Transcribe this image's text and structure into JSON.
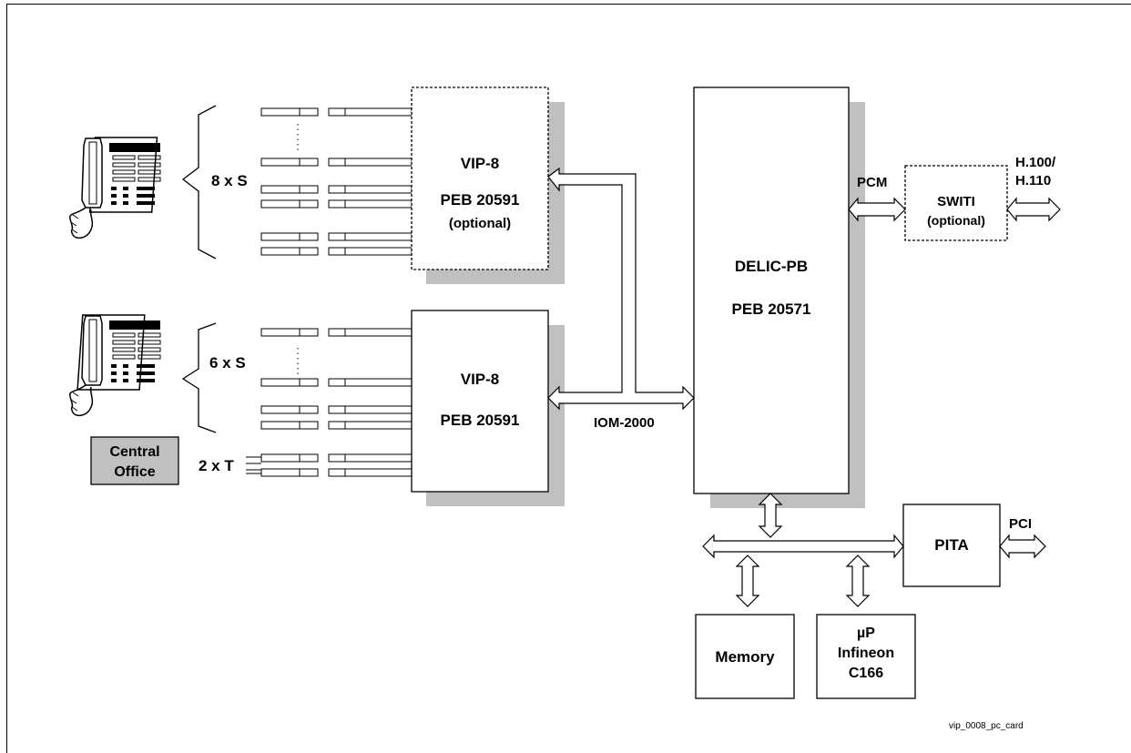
{
  "blocks": {
    "vip_top": {
      "name": "VIP-8",
      "part": "PEB 20591",
      "note": "(optional)"
    },
    "vip_bottom": {
      "name": "VIP-8",
      "part": "PEB 20591"
    },
    "delic": {
      "name": "DELIC-PB",
      "part": "PEB 20571"
    },
    "switi": {
      "name": "SWITI",
      "note": "(optional)"
    },
    "pita": {
      "name": "PITA"
    },
    "memory": {
      "name": "Memory"
    },
    "up": {
      "line1": "µP",
      "line2": "Infineon",
      "line3": "C166"
    },
    "central_office": {
      "line1": "Central",
      "line2": "Office"
    }
  },
  "labels": {
    "s8": "8 x S",
    "s6": "6 x S",
    "t2": "2 x T",
    "pcm": "PCM",
    "h100": "H.100/",
    "h110": "H.110",
    "iom": "IOM-2000",
    "pci": "PCI",
    "figure_id": "vip_0008_pc_card"
  },
  "colors": {
    "shadow": "#c0c0c0",
    "central_office_fill": "#c0c0c0",
    "line": "#000000"
  }
}
